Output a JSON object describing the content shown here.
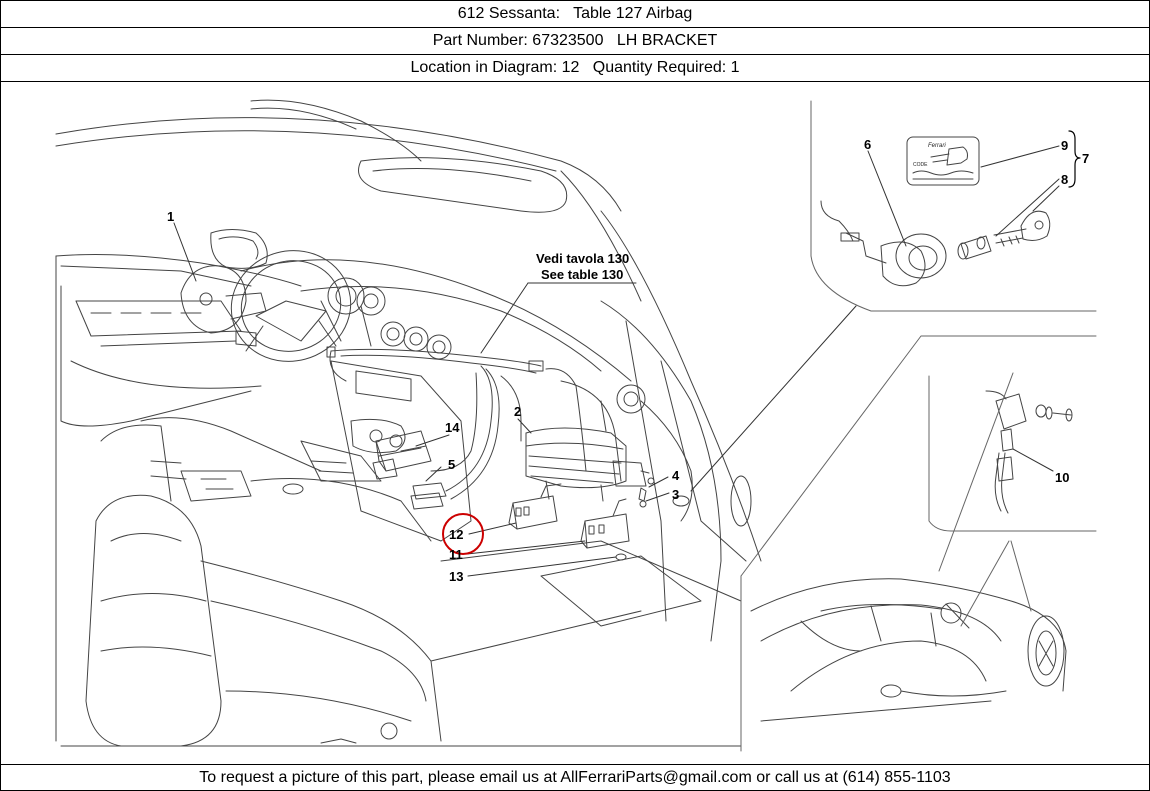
{
  "header": {
    "title": "612 Sessanta:   Table 127 Airbag",
    "part": "Part Number: 67323500   LH BRACKET",
    "location": "Location in Diagram: 12   Quantity Required: 1"
  },
  "diagram": {
    "callouts": {
      "c1": "1",
      "c2": "2",
      "c3": "3",
      "c4": "4",
      "c5": "5",
      "c6": "6",
      "c7": "7",
      "c8": "8",
      "c9": "9",
      "c10": "10",
      "c11": "11",
      "c12": "12",
      "c13": "13",
      "c14": "14"
    },
    "reference_it": "Vedi tavola 130",
    "reference_en": "See table 130",
    "key_tag_brand": "Ferrari",
    "key_tag_code": "CODE",
    "highlight_color": "#cc0000"
  },
  "footer": {
    "text": "To request a picture of this part, please email us at AllFerrariParts@gmail.com or call us at (614) 855-1103"
  }
}
